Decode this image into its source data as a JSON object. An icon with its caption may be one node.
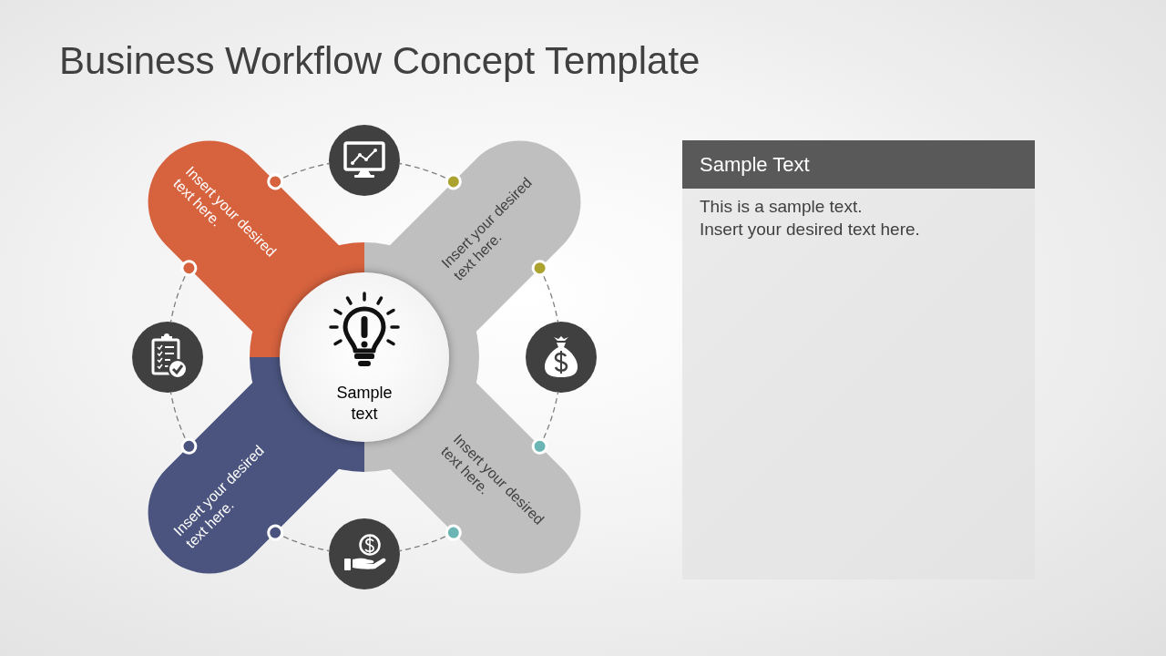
{
  "diagram": {
    "title": "Business Workflow Concept Template",
    "nodes": [
      {
        "text": [
          "Insert your desired text here."
        ]
      },
      {
        "text": [],
        "shape": "circle"
      },
      {
        "text": [
          "Insert your desired text here."
        ]
      },
      {
        "text": [],
        "shape": "circle"
      },
      {
        "text": [
          "Sample text"
        ]
      },
      {
        "text": [],
        "shape": "circle"
      },
      {
        "text": [
          "Insert your desired text here."
        ]
      },
      {
        "text": [],
        "shape": "circle"
      },
      {
        "text": [
          "Insert your desired text here."
        ]
      },
      {
        "text": [
          "Sample Text",
          "This is a sample text.",
          "Insert your desired text here."
        ]
      }
    ],
    "edges": [
      {
        "from": 0,
        "to": 1,
        "arrow": "other",
        "style": "dashed"
      },
      {
        "from": 2,
        "to": 1,
        "arrow": "other",
        "style": "dashed"
      },
      {
        "from": 2,
        "to": 5,
        "arrow": "other",
        "style": "dashed"
      },
      {
        "from": 8,
        "to": 5,
        "arrow": "other",
        "style": "dashed"
      },
      {
        "from": 8,
        "to": 7,
        "arrow": "other",
        "style": "dashed"
      },
      {
        "from": 6,
        "to": 7,
        "arrow": "other",
        "style": "dashed"
      },
      {
        "from": 6,
        "to": 3,
        "arrow": "other",
        "style": "dashed"
      },
      {
        "from": 0,
        "to": 3,
        "arrow": "other",
        "style": "dashed"
      }
    ]
  }
}
